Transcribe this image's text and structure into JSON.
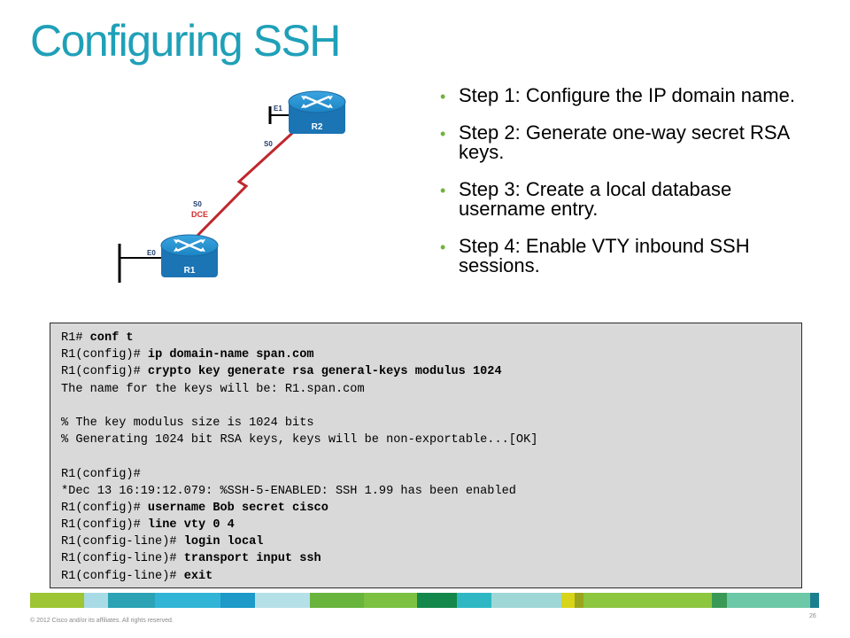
{
  "title": "Configuring SSH",
  "diagram": {
    "r1_label": "R1",
    "r2_label": "R2",
    "r1_iface_e": "E0",
    "r2_iface_e": "E1",
    "r1_iface_s": "S0",
    "r1_dce": "DCE",
    "r2_iface_s": "S0",
    "link_color": "#c0272d"
  },
  "steps": [
    "Step 1: Configure the IP domain name.",
    "Step 2: Generate one-way secret RSA keys.",
    "Step 3: Create a local database username entry.",
    "Step 4: Enable VTY inbound SSH sessions."
  ],
  "cli": [
    {
      "prompt": "R1# ",
      "cmd": "conf t"
    },
    {
      "prompt": "R1(config)# ",
      "cmd": "ip domain-name span.com"
    },
    {
      "prompt": "R1(config)# ",
      "cmd": "crypto key generate rsa general-keys modulus 1024"
    },
    {
      "prompt": "The name for the keys will be: R1.span.com",
      "cmd": ""
    },
    {
      "prompt": "",
      "cmd": ""
    },
    {
      "prompt": "% The key modulus size is 1024 bits",
      "cmd": ""
    },
    {
      "prompt": "% Generating 1024 bit RSA keys, keys will be non-exportable...[OK]",
      "cmd": ""
    },
    {
      "prompt": "",
      "cmd": ""
    },
    {
      "prompt": "R1(config)#",
      "cmd": ""
    },
    {
      "prompt": "*Dec 13 16:19:12.079: %SSH-5-ENABLED: SSH 1.99 has been enabled",
      "cmd": ""
    },
    {
      "prompt": "R1(config)# ",
      "cmd": "username Bob secret cisco"
    },
    {
      "prompt": "R1(config)# ",
      "cmd": "line vty 0 4"
    },
    {
      "prompt": "R1(config-line)# ",
      "cmd": "login local"
    },
    {
      "prompt": "R1(config-line)# ",
      "cmd": "transport input ssh"
    },
    {
      "prompt": "R1(config-line)# ",
      "cmd": "exit"
    }
  ],
  "footer": "© 2012 Cisco and/or its affiliates. All rights reserved.",
  "page_number": "26",
  "colors": {
    "title": "#1fa0b8",
    "bullet": "#6fb33c",
    "router_body": "#1f8fd0"
  }
}
